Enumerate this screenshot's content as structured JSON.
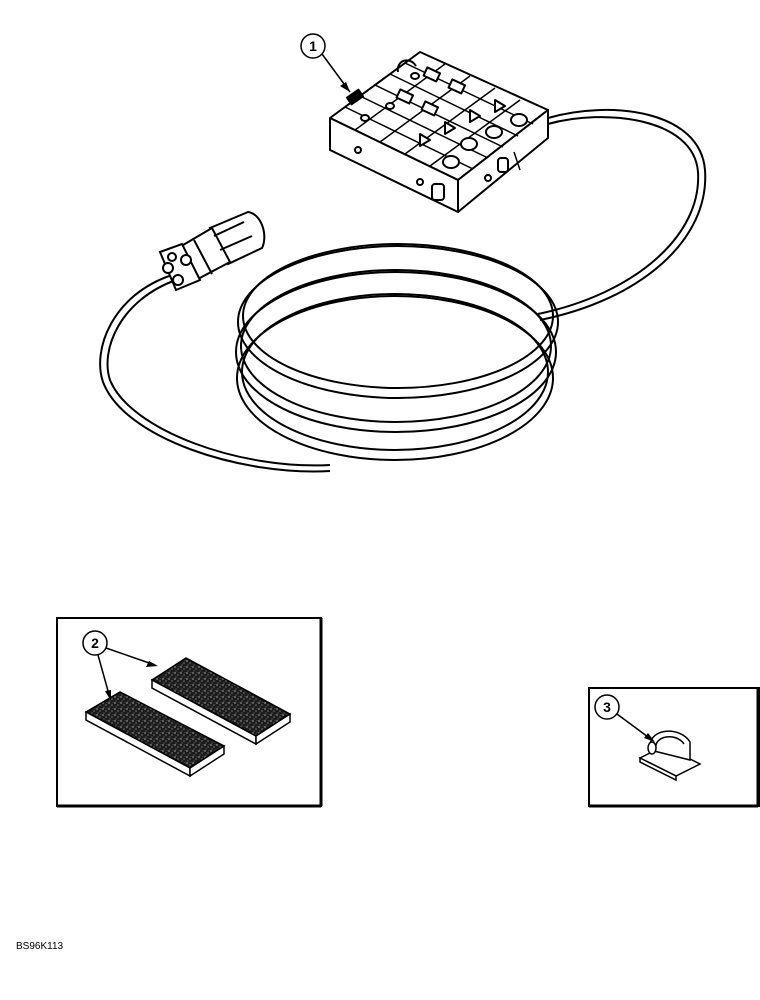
{
  "callouts": {
    "c1": "1",
    "c2": "2",
    "c3": "3"
  },
  "figure_code": "BS96K113",
  "colors": {
    "line": "#000000",
    "paper": "#ffffff",
    "pad_fill": "#1a1a1a"
  }
}
